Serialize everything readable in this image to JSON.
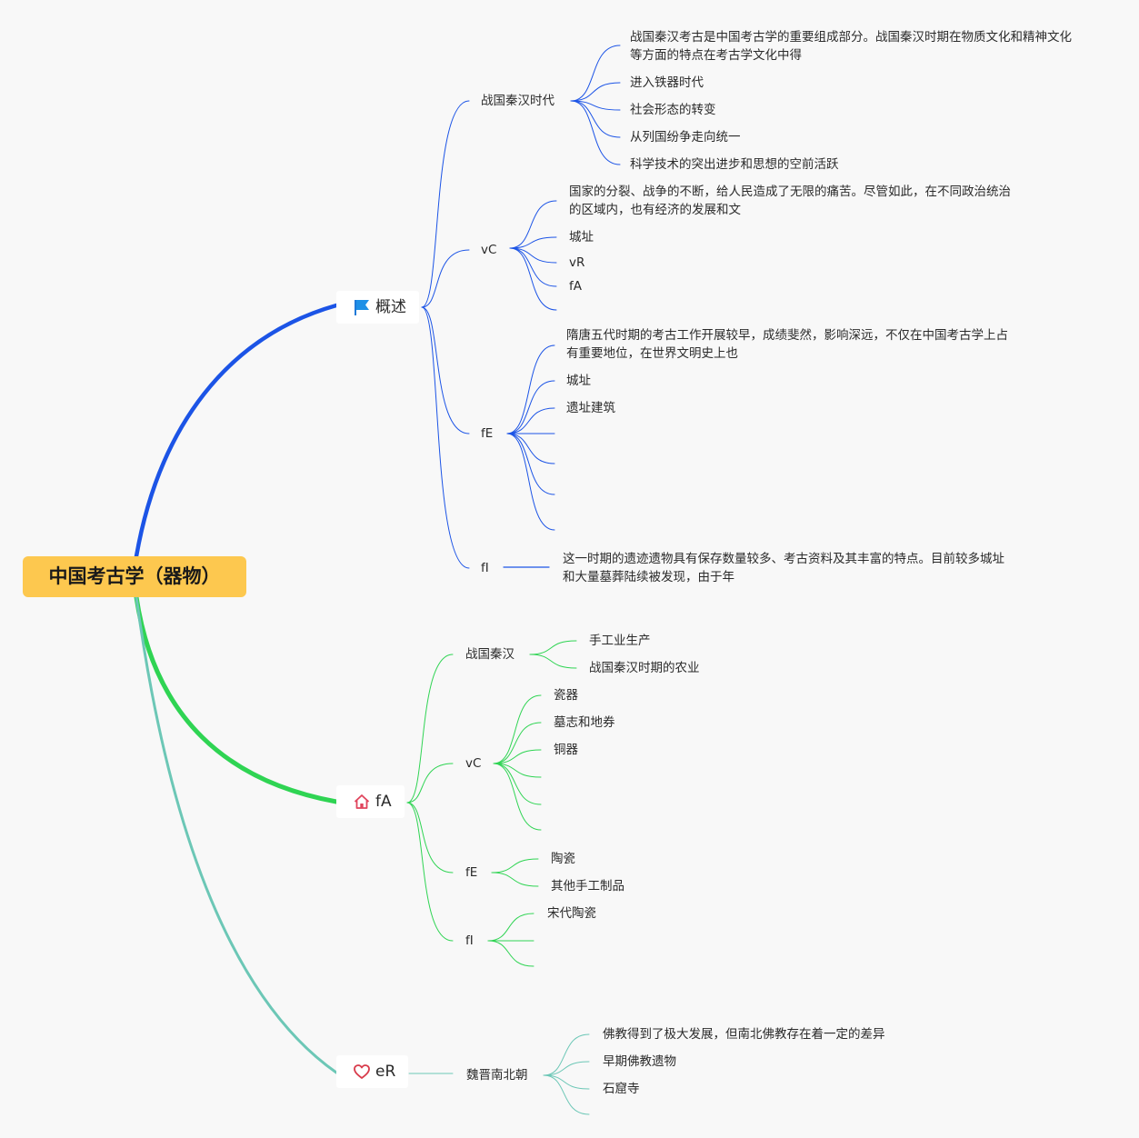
{
  "root": {
    "label": "中国考古学（器物）"
  },
  "branches": [
    {
      "label": "概述",
      "icon": "flag-icon",
      "color": "#1c54e6",
      "children": [
        {
          "label": "战国秦汉时代",
          "children": [
            "战国秦汉考古是中国考古学的重要组成部分。战国秦汉时期在物质文化和精神文化等方面的特点在考古学文化中得",
            "进入铁器时代",
            "社会形态的转变",
            "从列国纷争走向统一",
            "科学技术的突出进步和思想的空前活跃"
          ]
        },
        {
          "label": "vC",
          "children": [
            "国家的分裂、战争的不断，给人民造成了无限的痛苦。尽管如此，在不同政治统治的区域内，也有经济的发展和文",
            "城址",
            "vR",
            "fA"
          ]
        },
        {
          "label": "fE",
          "children": [
            "隋唐五代时期的考古工作开展较早，成绩斐然，影响深远，不仅在中国考古学上占有重要地位，在世界文明史上也",
            "城址",
            "遗址建筑",
            "",
            "",
            "",
            "",
            ""
          ]
        },
        {
          "label": "fI",
          "children": [
            "这一时期的遗迹遗物具有保存数量较多、考古资料及其丰富的特点。目前较多城址和大量墓葬陆续被发现，由于年"
          ]
        }
      ]
    },
    {
      "label": "fA",
      "icon": "house-icon",
      "color": "#2fd453",
      "children": [
        {
          "label": "战国秦汉",
          "children": [
            "手工业生产",
            "战国秦汉时期的农业"
          ]
        },
        {
          "label": "vC",
          "children": [
            "瓷器",
            "墓志和地券",
            "铜器",
            "",
            "",
            ""
          ]
        },
        {
          "label": "fE",
          "children": [
            "陶瓷",
            "其他手工制品"
          ]
        },
        {
          "label": "fI",
          "children": [
            "宋代陶瓷",
            "",
            ""
          ]
        }
      ]
    },
    {
      "label": "eR",
      "icon": "heart-icon",
      "color": "#6cc7b6",
      "children": [
        {
          "label": "魏晋南北朝",
          "children": [
            "佛教得到了极大发展，但南北佛教存在着一定的差异",
            "早期佛教遗物",
            "石窟寺",
            ""
          ]
        }
      ]
    }
  ]
}
